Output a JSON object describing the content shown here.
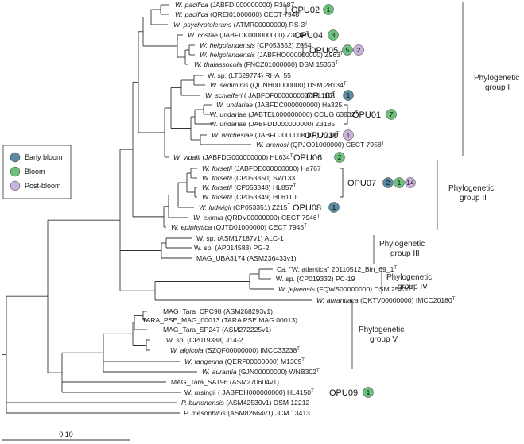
{
  "colors": {
    "early_bloom": "#5b8aa3",
    "bloom": "#6dc17d",
    "post_bloom": "#c9b2db",
    "branch": "#333333"
  },
  "legend": [
    {
      "label": "Early bloom",
      "color_key": "early_bloom"
    },
    {
      "label": "Bloom",
      "color_key": "bloom"
    },
    {
      "label": "Post-bloom",
      "color_key": "post_bloom"
    }
  ],
  "scale_bar": {
    "label": "0.10"
  },
  "leaves": [
    {
      "id": "L0",
      "italic": "W. pacifica",
      "rest": " (JABFDI000000000) R3187",
      "sup": ""
    },
    {
      "id": "L1",
      "italic": "W. pacifica",
      "rest": " (QREI01000000) CECT 7948",
      "sup": "T"
    },
    {
      "id": "L2",
      "italic": "W. psychrotolerans",
      "rest": " (ATMR00000000) RS-3",
      "sup": "T"
    },
    {
      "id": "L3",
      "italic": "W. costae",
      "rest": " (JABFDK000000000) Z3138",
      "sup": "T"
    },
    {
      "id": "L4",
      "italic": "W. helgolandensis",
      "rest": " (CP053352) Z354",
      "sup": ""
    },
    {
      "id": "L5",
      "italic": "W. helgolandensis",
      "rest": " (JABFHO000000000) Z963",
      "sup": "T"
    },
    {
      "id": "L6",
      "italic": "W. thalassocola",
      "rest": " (FNCZ01000000) DSM 15363",
      "sup": "T"
    },
    {
      "id": "L7",
      "italic": "",
      "rest": "W. sp. (LT629774) RHA_55",
      "sup": ""
    },
    {
      "id": "L8",
      "italic": "W. sediminis",
      "rest": " (QUNH00000000) DSM 28134",
      "sup": "T"
    },
    {
      "id": "L9",
      "italic": "W. schleiferi",
      "rest": " ( JABFDF000000000) HL116",
      "sup": "T"
    },
    {
      "id": "L10",
      "italic": "W. undariae",
      "rest": " (JABFDC000000000) Ha325",
      "sup": ""
    },
    {
      "id": "L11",
      "italic": "",
      "rest": "W. undariae (JABTEL000000000) CCUG 63832",
      "sup": "T"
    },
    {
      "id": "L12",
      "italic": "",
      "rest": "W. undariae (JABFDD000000000) Z3185",
      "sup": ""
    },
    {
      "id": "L13",
      "italic": "W. wilchesiae",
      "rest": " (JABFDJ000000000) Z738",
      "sup": "T"
    },
    {
      "id": "L14",
      "italic": "W. arenosi",
      "rest": " (QPJO01000000) CECT 7958",
      "sup": "T"
    },
    {
      "id": "L15",
      "italic": "W. vidalii",
      "rest": " (JABFDG000000000) HL634",
      "sup": "T"
    },
    {
      "id": "L16",
      "italic": "W. forsetii",
      "rest": " (JABFDE000000000) Ha767",
      "sup": ""
    },
    {
      "id": "L17",
      "italic": "W. forsetii",
      "rest": " (CP053350) SW133",
      "sup": ""
    },
    {
      "id": "L18",
      "italic": "W. forsetii",
      "rest": " (CP053348) HL857",
      "sup": "T"
    },
    {
      "id": "L19",
      "italic": "W. forsetii",
      "rest": " (CP053349) HL6110",
      "sup": ""
    },
    {
      "id": "L20",
      "italic": "W. ludwigii",
      "rest": " (CP053351) Z215",
      "sup": "T"
    },
    {
      "id": "L21",
      "italic": "W. eximia",
      "rest": " (QRDV00000000) CECT 7946",
      "sup": "T"
    },
    {
      "id": "L22",
      "italic": "W. epiphytica",
      "rest": " (QJTD01000000) CECT 7945",
      "sup": "T"
    },
    {
      "id": "L23",
      "italic": "",
      "rest": "W. sp. (ASM17187v1) ALC-1",
      "sup": ""
    },
    {
      "id": "L24",
      "italic": "",
      "rest": "W. sp. (AP014583) PG-2",
      "sup": ""
    },
    {
      "id": "L25",
      "italic": "",
      "rest": "MAG_UBA3174 (ASM236433v1)",
      "sup": ""
    },
    {
      "id": "L26",
      "italic": "Ca.",
      "rest": " \"W. atlantica\" 20110512_Bin_69_1",
      "sup": "T"
    },
    {
      "id": "L27",
      "italic": "",
      "rest": "W. sp. (CP019332) PC-19",
      "sup": ""
    },
    {
      "id": "L28",
      "italic": "W. jejuensis",
      "rest": " (FQWS00000000) DSM 25330",
      "sup": "T"
    },
    {
      "id": "L29",
      "italic": "W. aurantiaca",
      "rest": " (QKTV00000000) IMCC20180",
      "sup": "T"
    },
    {
      "id": "L30",
      "italic": "",
      "rest": "MAG_Tara_CPC98 (ASM268293v1)",
      "sup": ""
    },
    {
      "id": "L31",
      "italic": "",
      "rest": "TARA_PSE_MAG_00013 (TARA PSE MAG 00013)",
      "sup": ""
    },
    {
      "id": "L32",
      "italic": "",
      "rest": "MAG_Tara_SP247 (ASM272225v1)",
      "sup": ""
    },
    {
      "id": "L33",
      "italic": "",
      "rest": "W. sp. (CP019388) J14-2",
      "sup": ""
    },
    {
      "id": "L34",
      "italic": "W. algicola",
      "rest": " (SZQF00000000) IMCC33238",
      "sup": "T"
    },
    {
      "id": "L35",
      "italic": "W. tangerina",
      "rest": " (QERF00000000) M1309",
      "sup": "T"
    },
    {
      "id": "L36",
      "italic": "W. aurantia",
      "rest": " (GJN00000000) WNB302",
      "sup": "T"
    },
    {
      "id": "L37",
      "italic": "",
      "rest": "MAG_Tara_SAT96 (ASM270604v1)",
      "sup": ""
    },
    {
      "id": "L38",
      "italic": "",
      "rest": "W. ursingii ( JABFDH000000000) HL4150",
      "sup": "T"
    },
    {
      "id": "L39",
      "italic": "P. burtonensis",
      "rest": " (ASM42530v1) DSM 12212",
      "sup": ""
    },
    {
      "id": "L40",
      "italic": "P. mesophilus",
      "rest": " (ASM82664v1) JCM 13413",
      "sup": ""
    }
  ],
  "opus": [
    {
      "id": "OPU02",
      "label": "OPU02",
      "badges": [
        {
          "color_key": "bloom",
          "n": "1"
        }
      ]
    },
    {
      "id": "OPU04",
      "label": "OPU04",
      "badges": [
        {
          "color_key": "bloom",
          "n": "3"
        }
      ]
    },
    {
      "id": "OPU05",
      "label": "OPU05",
      "badges": [
        {
          "color_key": "bloom",
          "n": "5"
        },
        {
          "color_key": "post_bloom",
          "n": "2"
        }
      ]
    },
    {
      "id": "OPU03",
      "label": "OPU03",
      "badges": [
        {
          "color_key": "early_bloom",
          "n": "1"
        }
      ]
    },
    {
      "id": "OPU01",
      "label": "OPU01",
      "badges": [
        {
          "color_key": "bloom",
          "n": "7"
        }
      ]
    },
    {
      "id": "OPU010",
      "label": "OPU010",
      "badges": [
        {
          "color_key": "post_bloom",
          "n": "1"
        }
      ]
    },
    {
      "id": "OPU06",
      "label": "OPU06",
      "badges": [
        {
          "color_key": "bloom",
          "n": "2"
        }
      ]
    },
    {
      "id": "OPU07",
      "label": "OPU07",
      "badges": [
        {
          "color_key": "early_bloom",
          "n": "2"
        },
        {
          "color_key": "bloom",
          "n": "1"
        },
        {
          "color_key": "post_bloom",
          "n": "14"
        }
      ]
    },
    {
      "id": "OPU08",
      "label": "OPU08",
      "badges": [
        {
          "color_key": "early_bloom",
          "n": "1"
        }
      ]
    },
    {
      "id": "OPU09",
      "label": "OPU09",
      "badges": [
        {
          "color_key": "bloom",
          "n": "1"
        }
      ]
    }
  ],
  "groups": [
    {
      "id": "G1",
      "lines": [
        "Phylogenetic",
        "group I"
      ]
    },
    {
      "id": "G2",
      "lines": [
        "Phylogenetic",
        "group II"
      ]
    },
    {
      "id": "G3",
      "lines": [
        "Phylogenetic",
        "group III"
      ]
    },
    {
      "id": "G4",
      "lines": [
        "Phylogenetic",
        "group IV"
      ]
    },
    {
      "id": "G5",
      "lines": [
        "Phylogenetic",
        "group V"
      ]
    }
  ]
}
